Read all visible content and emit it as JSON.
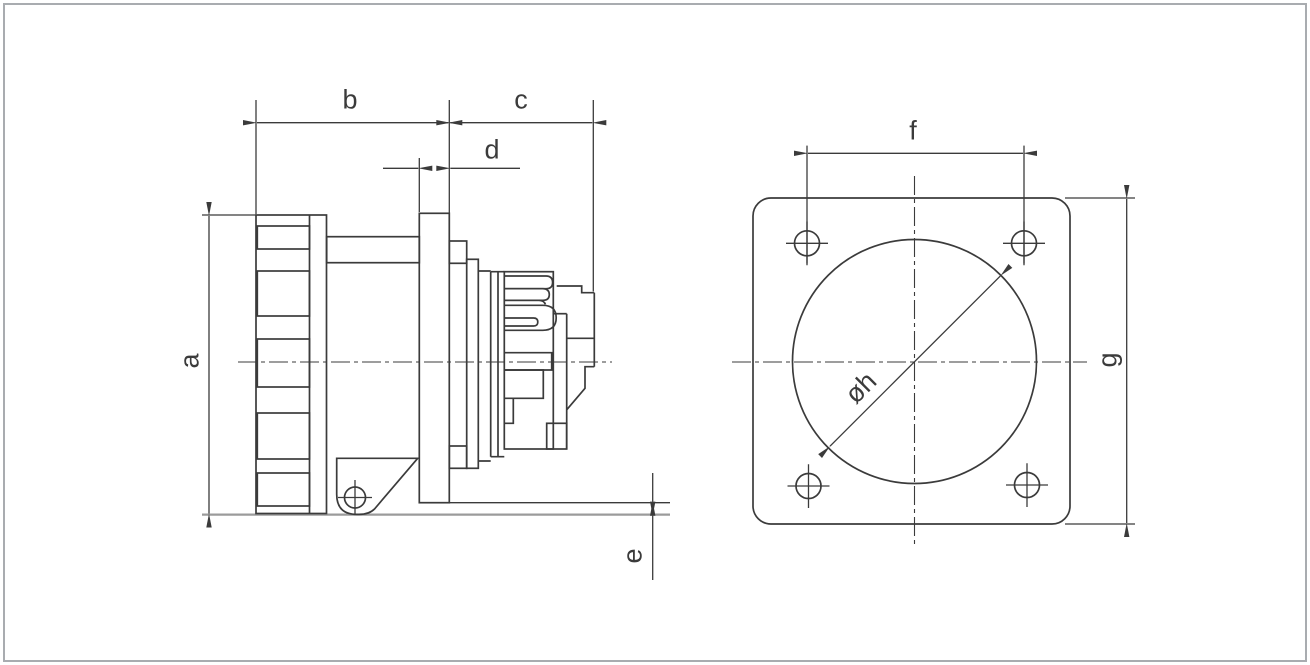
{
  "drawing": {
    "kind": "connector-dimension-drawing",
    "side_view": {
      "dimension_labels": {
        "a": "a",
        "b": "b",
        "c": "c",
        "d": "d",
        "e": "e"
      }
    },
    "front_view": {
      "dimension_labels": {
        "f": "f",
        "g": "g",
        "diameter": "øh"
      }
    }
  },
  "colors": {
    "line": "#3b3b3b",
    "ground_line": "#9b9b9b",
    "page_border": "#a9acb0",
    "background": "#ffffff"
  }
}
